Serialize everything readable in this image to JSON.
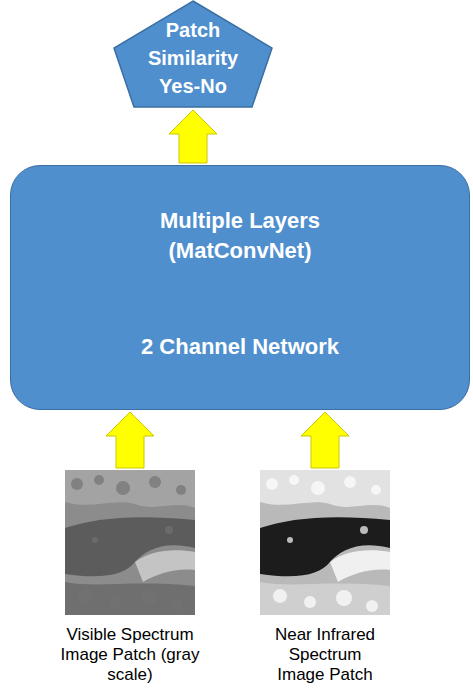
{
  "diagram": {
    "nodes": [
      {
        "text": [
          "Patch Similarity Yes-No"
        ]
      },
      {
        "text": [
          "Multiple Layers (MatConvNet)",
          "2 Channel Network"
        ]
      },
      {
        "text": [
          "Visible Spectrum Image Patch (gray scale)"
        ]
      },
      {
        "text": [
          "Near Infrared Spectrum Image Patch"
        ]
      }
    ],
    "edges": [
      {
        "from": 2,
        "to": 1,
        "arrow": "to"
      },
      {
        "from": 3,
        "to": 1,
        "arrow": "to"
      },
      {
        "from": 1,
        "to": 0,
        "arrow": "to"
      }
    ]
  }
}
